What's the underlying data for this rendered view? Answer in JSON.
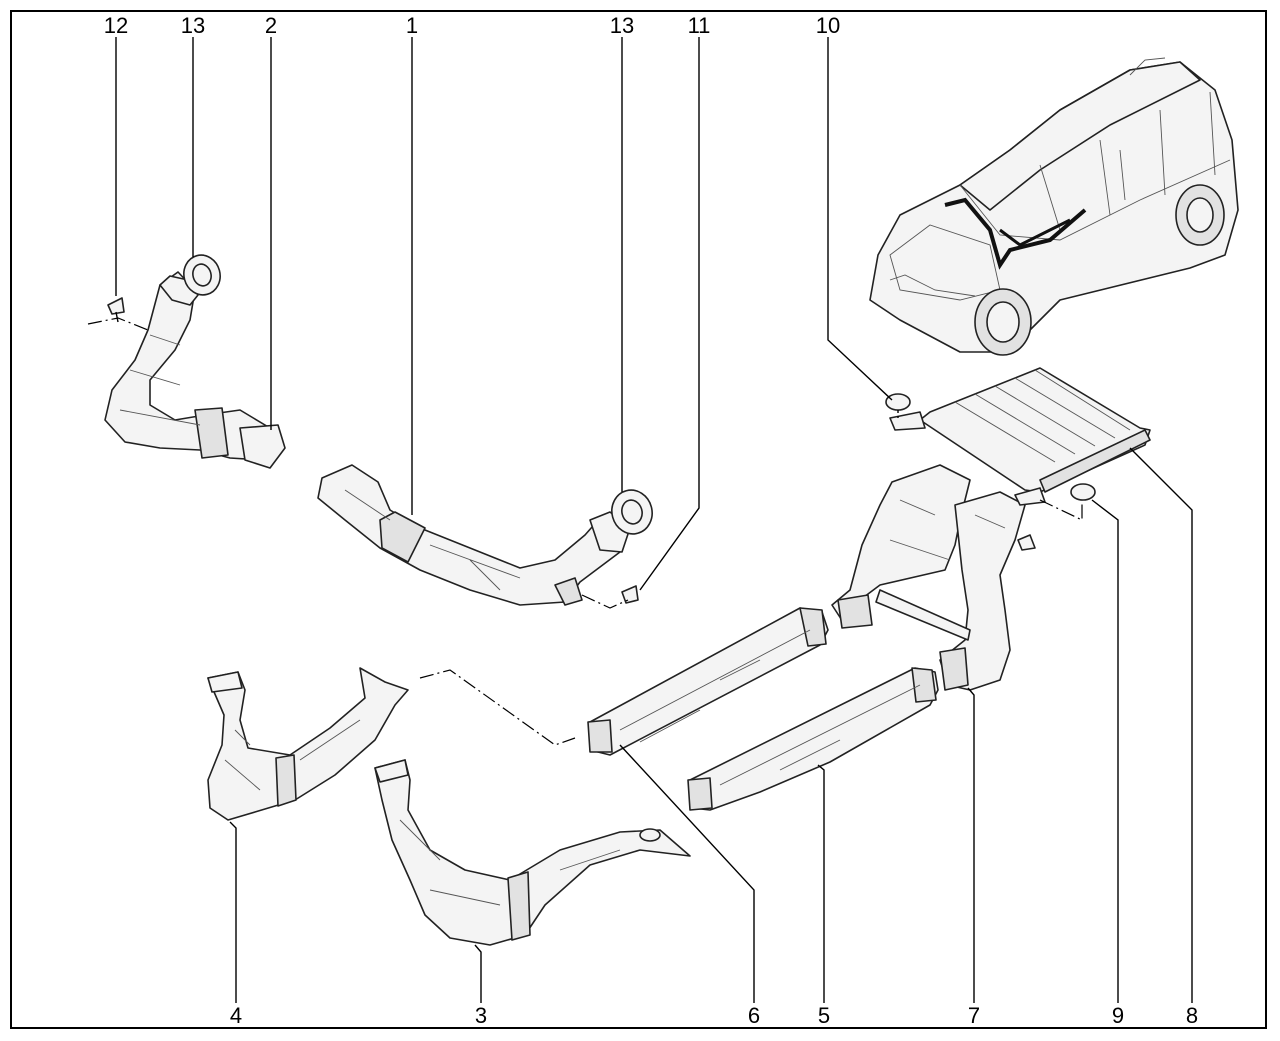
{
  "diagram": {
    "labels": [
      {
        "id": "l12",
        "text": "12"
      },
      {
        "id": "l13a",
        "text": "13"
      },
      {
        "id": "l2",
        "text": "2"
      },
      {
        "id": "l1",
        "text": "1"
      },
      {
        "id": "l13b",
        "text": "13"
      },
      {
        "id": "l11",
        "text": "11"
      },
      {
        "id": "l10",
        "text": "10"
      },
      {
        "id": "l4",
        "text": "4"
      },
      {
        "id": "l3",
        "text": "3"
      },
      {
        "id": "l6",
        "text": "6"
      },
      {
        "id": "l5",
        "text": "5"
      },
      {
        "id": "l7",
        "text": "7"
      },
      {
        "id": "l9",
        "text": "9"
      },
      {
        "id": "l8",
        "text": "8"
      }
    ]
  }
}
